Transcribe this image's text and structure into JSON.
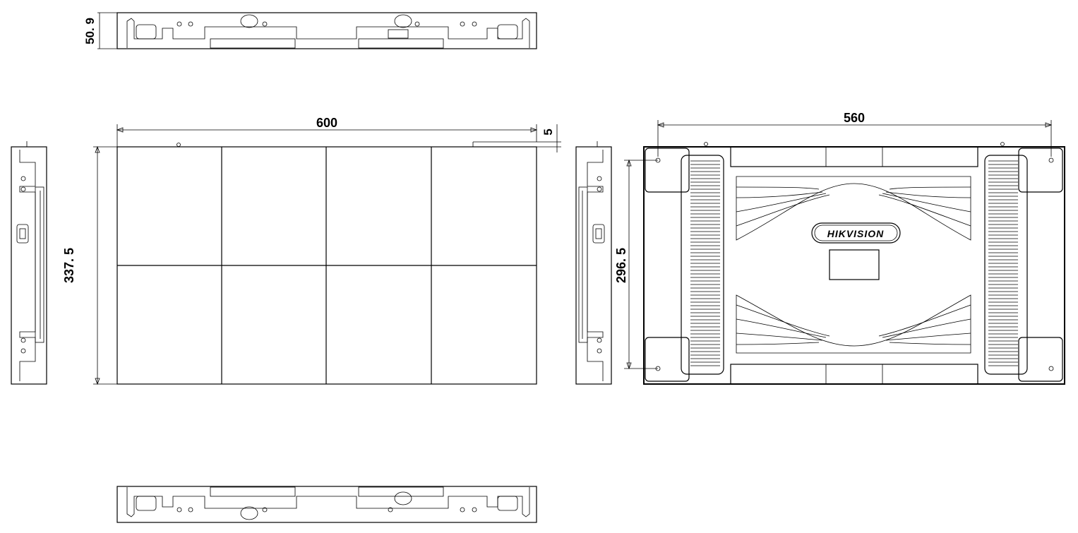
{
  "dimensions": {
    "depth": "50. 9",
    "front_width": "600",
    "front_height": "337. 5",
    "bezel": "5",
    "mount_width": "560",
    "mount_height": "296. 5"
  },
  "brand": {
    "logo_text": "HIKVISION"
  }
}
